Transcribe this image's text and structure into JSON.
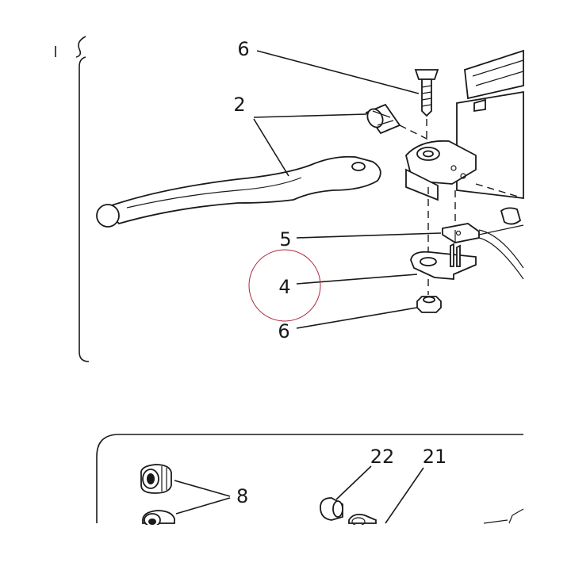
{
  "callouts": {
    "upper_bolt": "6",
    "lever": "2",
    "switch": "5",
    "bracket": "4",
    "nut": "6",
    "boot": "8",
    "part22": "22",
    "part21": "21"
  },
  "highlight_color": "#b0263a"
}
